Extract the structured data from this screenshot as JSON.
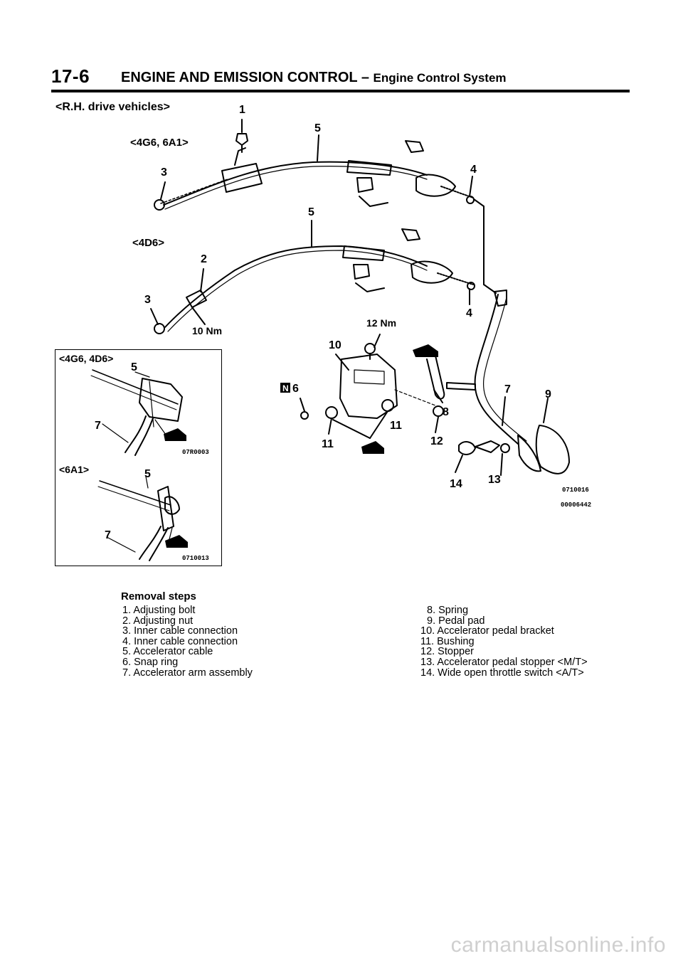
{
  "header": {
    "page_number": "17-6",
    "section_title": "ENGINE AND EMISSION CONTROL",
    "dash": "–",
    "subsection_title": "Engine Control System"
  },
  "diagram": {
    "vehicle_label": "<R.H. drive vehicles>",
    "variant_4g6_6a1": "<4G6, 6A1>",
    "variant_4d6": "<4D6>",
    "inset_label_4g6_4d6": "<4G6, 4D6>",
    "inset_label_6a1": "<6A1>",
    "torque_10": "10 Nm",
    "torque_12": "12 Nm",
    "n_mark": "N",
    "codes": {
      "inset_top": "07R0003",
      "inset_bottom": "0710013",
      "main_1": "0710016",
      "main_2": "00006442"
    },
    "callouts": {
      "c1": "1",
      "c2": "2",
      "c3a": "3",
      "c3b": "3",
      "c4a": "4",
      "c4b": "4",
      "c5a": "5",
      "c5b": "5",
      "c5c": "5",
      "c5d": "5",
      "c6": "6",
      "c7a": "7",
      "c7b": "7",
      "c7c": "7",
      "c8": "8",
      "c9": "9",
      "c10": "10",
      "c11a": "11",
      "c11b": "11",
      "c12": "12",
      "c13": "13",
      "c14": "14"
    }
  },
  "removal_steps": {
    "title": "Removal steps",
    "left": [
      "1. Adjusting bolt",
      "2. Adjusting nut",
      "3. Inner cable connection",
      "4. Inner cable connection",
      "5. Accelerator cable",
      "6. Snap ring",
      "7. Accelerator arm assembly"
    ],
    "right": [
      "8. Spring",
      "9. Pedal pad",
      "10. Accelerator pedal bracket",
      "11. Bushing",
      "12. Stopper",
      "13. Accelerator pedal stopper <M/T>",
      "14. Wide open throttle switch <A/T>"
    ]
  },
  "watermark": "carmanualsonline.info"
}
